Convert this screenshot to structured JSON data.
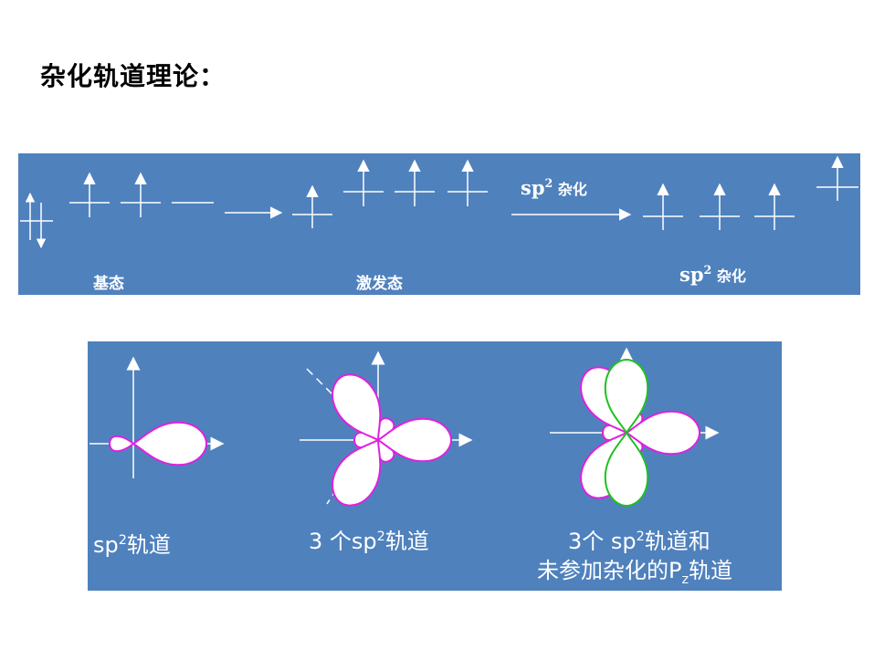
{
  "title": "杂化轨道理论：",
  "energy_diagram": {
    "ground_label": "基态",
    "excited_label": "激发态",
    "arrow_label_base": "sp",
    "arrow_label_sup": "2",
    "arrow_label_tail": " 杂化",
    "hybrid_label_base": "sp",
    "hybrid_label_sup": "2",
    "hybrid_label_tail": " 杂化"
  },
  "orbitals": {
    "single": {
      "base": "sp",
      "sup": "2",
      "tail": "轨道"
    },
    "three": {
      "pre": "3 个",
      "base": "sp",
      "sup": "2",
      "tail": "轨道"
    },
    "combined": {
      "line1_pre": "3个 ",
      "line1_base": "sp",
      "line1_sup": "2",
      "line1_tail": "轨道和",
      "line2_pre": "未参加杂化的P",
      "line2_sub": "z",
      "line2_tail": "轨道"
    }
  },
  "colors": {
    "panel": "#4f81bd",
    "hybrid_outline": "#e020e0",
    "pz_outline": "#20c020",
    "lobe_fill": "#ffffff"
  }
}
